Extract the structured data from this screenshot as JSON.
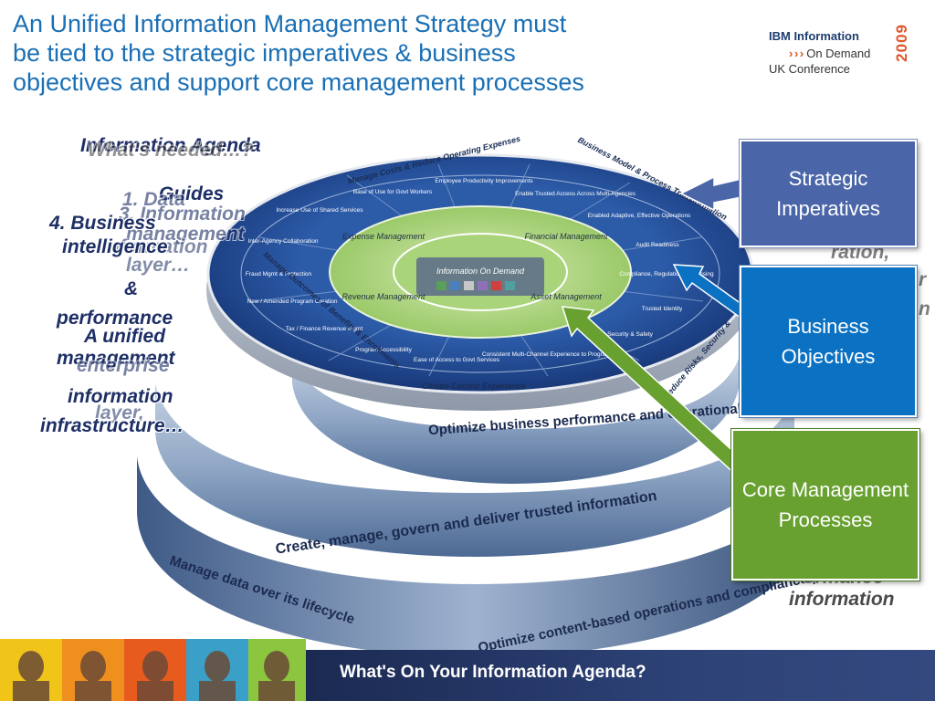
{
  "slide": {
    "title_lines": [
      "An Unified Information Management Strategy must",
      "be tied to the strategic imperatives & business",
      "objectives and support core management processes"
    ]
  },
  "logo": {
    "line1": "IBM Information",
    "chevrons": "› › ›",
    "line2": "On Demand",
    "line3": "UK Conference",
    "year": "2009"
  },
  "callouts": {
    "strategic": "Strategic Imperatives",
    "business": "Business Objectives",
    "core": "Core Management Processes"
  },
  "left_overlay": {
    "heading_a": "Information Agenda",
    "heading_b": "What's needed…?",
    "guides": "Guides",
    "item1a": "1. Data",
    "item1b": "3. Information",
    "item1c": "management",
    "item1d": "information",
    "item1e": "layer…",
    "item4a": "4. Business",
    "item4b": "intelligence",
    "amp": "&",
    "perf": "performance",
    "unified": "A unified",
    "mgmt": "management",
    "enterprise": "enterprise",
    "information": "information",
    "layer": "layer,",
    "infra": "infrastructure…"
  },
  "right_overlay": {
    "r1": "ration,",
    "r2": "r",
    "r3": "n",
    "r4": "ormance",
    "r5": "information"
  },
  "diagram": {
    "outer_ring_top": "Manage Costs & Reduce Operating Expenses",
    "outer_ring_right": "Business Model & Process Transformation",
    "outer_ring_left": "Manage Outcomes of Benefits & Enrollments",
    "outer_ring_bottom": "Citizen-Centric Experience",
    "outer_ring_right_low": "Reduce Risks, Security &",
    "segments": [
      "Base of Use for Govt Workers",
      "Employee Productivity Improvements",
      "Enable Trusted Access Across Multi-Agencies",
      "Increase Use of Shared Services",
      "Enabled Adaptive, Effective Operations",
      "Inter-Agency Collaboration",
      "Audit Readiness",
      "Fraud Mgmt & Protection",
      "Compliance, Regulations, Licensing",
      "New / Amended Program Creation",
      "Trusted Identity",
      "Tax / Finance Revenue Mgmt",
      "Security & Safety",
      "Program Accessibility",
      "Ease of Access to Govt Services",
      "Consistent Multi-Channel Experience to Programs"
    ],
    "quadrants": {
      "expense": "Expense Management",
      "financial": "Financial Management",
      "revenue": "Revenue Management",
      "asset": "Asset Management"
    },
    "hub": "Information On Demand",
    "layer2": "Optimize business performance and operational knowledge",
    "layer3": "Create, manage, govern and deliver trusted information",
    "layer4_left": "Manage data over its lifecycle",
    "layer4_right": "Optimize content-based operations and compliance processes"
  },
  "footer": {
    "text": "What's On Your Information Agenda?"
  },
  "colors": {
    "title": "#1a6fb5",
    "strategic_box": "#4a66a8",
    "business_box": "#0b71c2",
    "core_box": "#68a130",
    "footer_bar": "#1b2a52"
  }
}
